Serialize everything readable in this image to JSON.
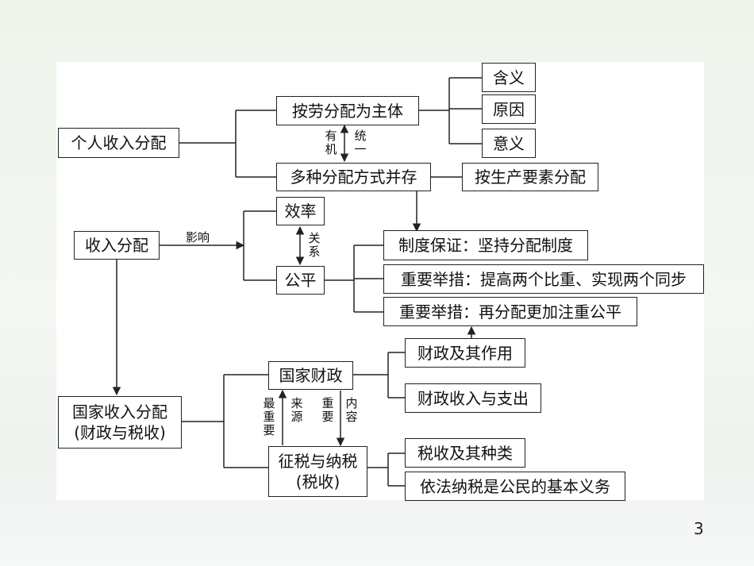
{
  "slide": {
    "page_number": "3",
    "nodes": {
      "personal_income": "个人收入分配",
      "labor_main": "按劳分配为主体",
      "meaning": "含义",
      "reason": "原因",
      "significance": "意义",
      "multiple_forms": "多种分配方式并存",
      "by_factors": "按生产要素分配",
      "efficiency": "效率",
      "income_distribution": "收入分配",
      "fairness": "公平",
      "system_guarantee": "制度保证：坚持分配制度",
      "measure_raise": "重要举措：提高两个比重、实现两个同步",
      "measure_redistribution": "重要举措：再分配更加注重公平",
      "national_income": "国家收入分配(财政与税收)",
      "public_finance": "国家财政",
      "finance_role": "财政及其作用",
      "finance_revenue": "财政收入与支出",
      "taxation": "征税与纳税(税收)",
      "tax_types": "税收及其种类",
      "tax_duty": "依法纳税是公民的基本义务"
    },
    "labels": {
      "organic": "有机",
      "unified": "统一",
      "influence": "影响",
      "relation": "关系",
      "most_important": "最重要",
      "source": "来源",
      "important": "重要",
      "content": "内容"
    }
  }
}
